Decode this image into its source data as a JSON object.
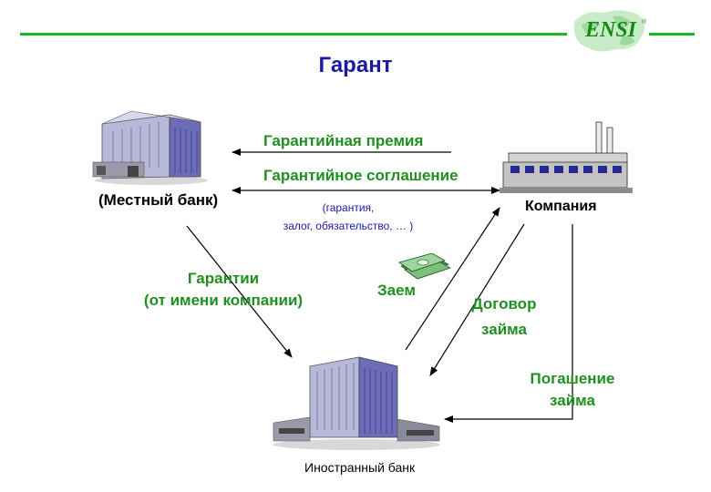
{
  "header": {
    "title": "Гарант",
    "logo_text": "ENSI",
    "logo_mark": "®"
  },
  "colors": {
    "accent_green": "#1fb81f",
    "text_green": "#1f8f1f",
    "title_blue": "#1a1aa6"
  },
  "nodes": {
    "local_bank": "(Местный банк)",
    "company": "Компания",
    "foreign_bank": "Иностранный банк"
  },
  "flows": {
    "premium": "Гарантийная премия",
    "agreement": "Гарантийное соглашение",
    "agreement_note_1": "(гарантия,",
    "agreement_note_2": "залог, обязательство, … )",
    "guarantees_1": "Гарантии",
    "guarantees_2": "(от имени компании)",
    "loan": "Заем",
    "contract_1": "Договор",
    "contract_2": "займа",
    "repayment_1": "Погашение",
    "repayment_2": "займа"
  },
  "icons": [
    "bank-building-icon",
    "factory-icon",
    "money-icon",
    "foreign-bank-building-icon",
    "ensi-logo-icon"
  ]
}
